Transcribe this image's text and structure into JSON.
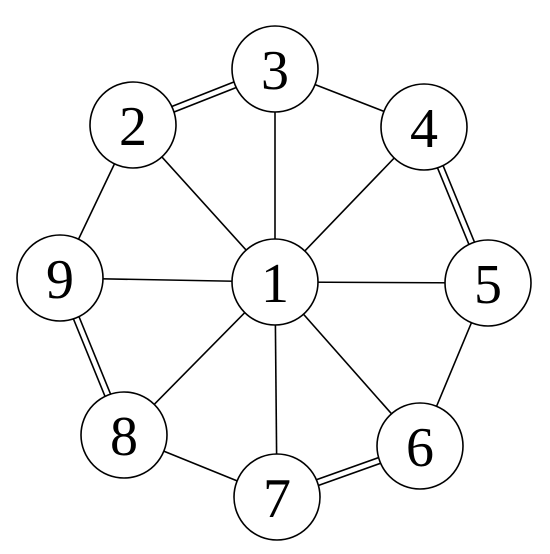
{
  "graph": {
    "nodes": [
      {
        "id": "1",
        "label": "1"
      },
      {
        "id": "2",
        "label": "2"
      },
      {
        "id": "3",
        "label": "3"
      },
      {
        "id": "4",
        "label": "4"
      },
      {
        "id": "5",
        "label": "5"
      },
      {
        "id": "6",
        "label": "6"
      },
      {
        "id": "7",
        "label": "7"
      },
      {
        "id": "8",
        "label": "8"
      },
      {
        "id": "9",
        "label": "9"
      }
    ],
    "spokes": [
      {
        "from": "1",
        "to": "2"
      },
      {
        "from": "1",
        "to": "3"
      },
      {
        "from": "1",
        "to": "4"
      },
      {
        "from": "1",
        "to": "5"
      },
      {
        "from": "1",
        "to": "6"
      },
      {
        "from": "1",
        "to": "7"
      },
      {
        "from": "1",
        "to": "8"
      },
      {
        "from": "1",
        "to": "9"
      }
    ],
    "rim": [
      {
        "from": "2",
        "to": "3",
        "double": true
      },
      {
        "from": "3",
        "to": "4",
        "double": false
      },
      {
        "from": "4",
        "to": "5",
        "double": true
      },
      {
        "from": "5",
        "to": "6",
        "double": false
      },
      {
        "from": "6",
        "to": "7",
        "double": true
      },
      {
        "from": "7",
        "to": "8",
        "double": false
      },
      {
        "from": "8",
        "to": "9",
        "double": true
      },
      {
        "from": "9",
        "to": "2",
        "double": false
      }
    ]
  }
}
